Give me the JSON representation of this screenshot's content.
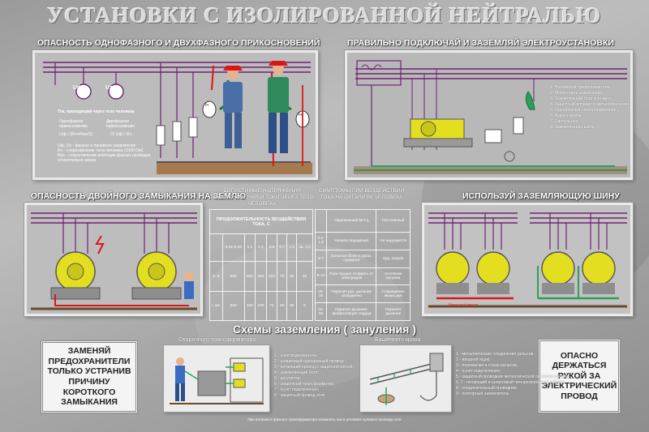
{
  "title": "УСТАНОВКИ С ИЗОЛИРОВАННОЙ НЕЙТРАЛЬЮ",
  "sections": {
    "touch_danger": "ОПАСНОСТЬ ОДНОФАЗНОГО И ДВУХФАЗНОГО ПРИКОСНОВЕНИЙ",
    "connect_ground": "ПРАВИЛЬНО ПОДКЛЮЧАЙ И ЗАЗЕМЛЯЙ ЭЛЕКТРОУСТАНОВКИ",
    "double_fault": "ОПАСНОСТЬ ДВОЙНОГО ЗАМЫКАНИЯ НА ЗЕМЛЮ",
    "use_bus": "ИСПОЛЬЗУЙ ЗАЗЕМЛЯЮЩУЮ ШИНУ",
    "schemes": "Схемы заземления ( зануления )"
  },
  "touch_panel": {
    "text_current": "Ток, проходящий через тело человека",
    "text_single": "Однофазное прикосновение",
    "text_double": "Двухфазное прикосновение",
    "formula1": "Uф / (Rч+Rиз/3)",
    "formula2": "√3 Uф / Rч",
    "legend1": "Uф, Uл - фазное и линейное напряжение",
    "legend2": "Rч - сопротивление тела человека (1000 Ом)",
    "legend3": "Rиз - сопротивление изоляции фазных проводов относительно земли",
    "label_uf": "Uф",
    "label_ul": "Uл",
    "label_ih1": "Iч",
    "label_ih2": "Iч"
  },
  "connect_panel": {
    "items": [
      "1. Пробивной предохранитель",
      "2. Магистраль заземления",
      "3. Заземляющий болт или винт",
      "4. Защитный аппарат в металлическом корпусе",
      "5. Однофазный электроприемник",
      "6. Выключатель",
      "7. Светильник",
      "8. Заземляющая шина"
    ]
  },
  "table": {
    "head_left": "ДОПУСТИМЫЕ НАПРЯЖЕНИЯ ПРИКОСНОВЕНИЯ И ТОКИ ЧЕРЕЗ ТЕЛО ЧЕЛОВЕКА",
    "head_right": "СИМПТОМЫ ПРИ ВОЗДЕЙСТВИИ ТОКА НА ОРГАНИЗМ ЧЕЛОВЕКА",
    "inner_head": "ПРОДОЛЖИТЕЛЬНОСТЬ ВОЗДЕЙСТВИЯ ТОКА, С",
    "durations": [
      "0,01-0,08",
      "0,1",
      "0,2",
      "0,5",
      "0,7",
      "1,0",
      "св. 1,0"
    ],
    "row_u": [
      "650",
      "500",
      "250",
      "100",
      "75",
      "50",
      "36"
    ],
    "row_i": [
      "650",
      "400",
      "190",
      "75",
      "50",
      "36",
      "6"
    ],
    "row_u_label": "U, В",
    "row_i_label": "I, мА",
    "sym_head1": "Переменный 50 Гц",
    "sym_head2": "Постоянный",
    "symptoms": [
      [
        "0,6-1,5",
        "Начало ощущения",
        "Не ощущается"
      ],
      [
        "5-7",
        "Сильные боли в руках, судороги",
        "Зуд, нагрев"
      ],
      [
        "8-10",
        "Руки трудно оторвать от электродов",
        "Усиление нагрева"
      ],
      [
        "20-25",
        "Паралич рук, дыхание затруднено",
        "Сокращение мышц рук"
      ],
      [
        "50-80",
        "Паралич дыхания, фибрилляция сердца",
        "Паралич дыхания"
      ]
    ]
  },
  "left_note": "ЗАМЕНЯЙ ПРЕДОХРАНИТЕЛИ ТОЛЬКО УСТРАНИВ ПРИЧИНУ КОРОТКОГО ЗАМЫКАНИЯ",
  "right_note": "ОПАСНО ДЕРЖАТЬСЯ РУКОЙ ЗА ЭЛЕКТРИЧЕСКИЙ ПРОВОД",
  "welding": {
    "caption": "Сварочного трансформатора",
    "items": [
      "1 - электродержатель;",
      "2 - шланговый однофазный провод;",
      "3 - питающий провод с защитной жилой;",
      "4 - заземляющий болт;",
      "5 - регулятор;",
      "6 - сварочный трансформатор;",
      "7 - пункт подключения;",
      "8 - защитный провод сети"
    ]
  },
  "crane": {
    "caption": "Башенного крана",
    "items": [
      "1 - металлические соединения рельсов;",
      "2 - вводной ящик;",
      "3 - перемычки в стыке рельсов;",
      "4 - пункт подключения;",
      "5 - защитный проводник металлической оболочки кабеля;",
      "6, 7 - питающий и шланговый четырехжильный кабели;",
      "8 - соединительный проводник;",
      "9 - повторный заземлитель"
    ]
  },
  "footer_note": "При питании 6 фазного трансформатора заземлять как в условиях нулевого провода сети",
  "bus_label": "Нагрузка/земля",
  "colors": {
    "phase": "#7a2a7a",
    "ground": "#2aa05a",
    "motor": "#e3e020",
    "accent": "#d81818"
  }
}
